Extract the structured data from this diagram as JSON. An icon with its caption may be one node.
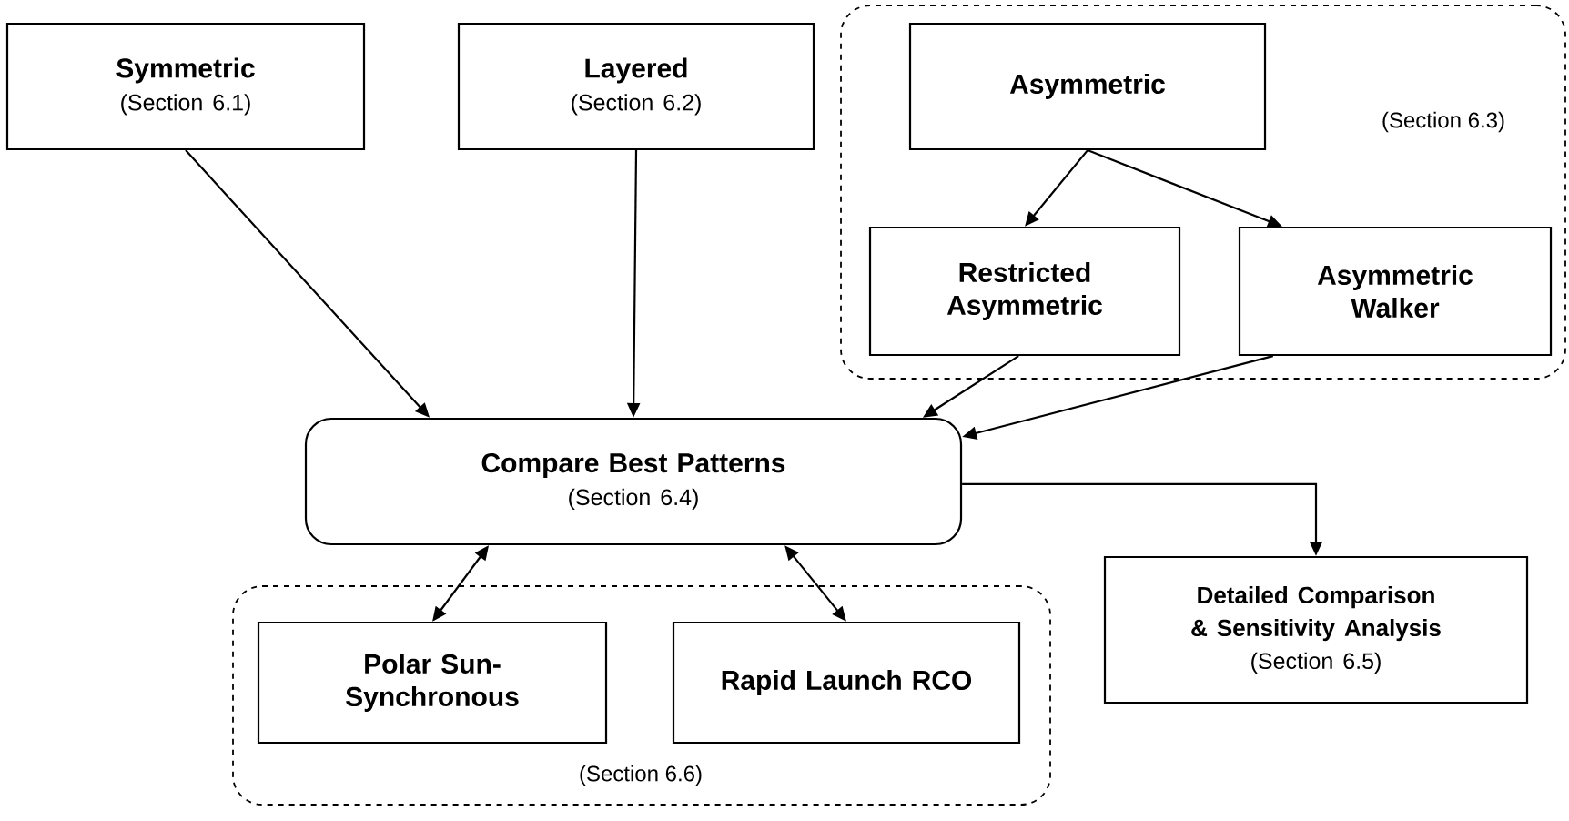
{
  "diagram": {
    "nodes": [
      {
        "text": [
          "Symmetric",
          "(Section 6.1)"
        ]
      },
      {
        "text": [
          "Layered",
          "(Section 6.2)"
        ]
      },
      {
        "text": [
          "(Section 6.3)"
        ]
      },
      {
        "text": [
          "Asymmetric"
        ],
        "in": 2
      },
      {
        "text": [
          "Restricted Asymmetric"
        ],
        "in": 2
      },
      {
        "text": [
          "Asymmetric Walker"
        ],
        "in": 2
      },
      {
        "text": [
          "Compare Best Patterns",
          "(Section 6.4)"
        ]
      },
      {
        "text": [
          "Detailed Comparison & Sensitivity Analysis",
          "(Section 6.5)"
        ]
      },
      {
        "text": [
          "(Section 6.6)"
        ]
      },
      {
        "text": [
          "Polar Sun-Synchronous"
        ],
        "in": 8
      },
      {
        "text": [
          "Rapid Launch RCO"
        ],
        "in": 8
      }
    ],
    "edges": [
      {
        "from": 0,
        "to": 6,
        "arrow": "to"
      },
      {
        "from": 1,
        "to": 6,
        "arrow": "to"
      },
      {
        "from": 3,
        "to": 4,
        "arrow": "to"
      },
      {
        "from": 3,
        "to": 5,
        "arrow": "to"
      },
      {
        "from": 4,
        "to": 6,
        "arrow": "to"
      },
      {
        "from": 5,
        "to": 6,
        "arrow": "to"
      },
      {
        "from": 6,
        "to": 7,
        "arrow": "to"
      },
      {
        "from": 6,
        "to": 9,
        "arrow": "both"
      },
      {
        "from": 6,
        "to": 10,
        "arrow": "both"
      }
    ]
  }
}
